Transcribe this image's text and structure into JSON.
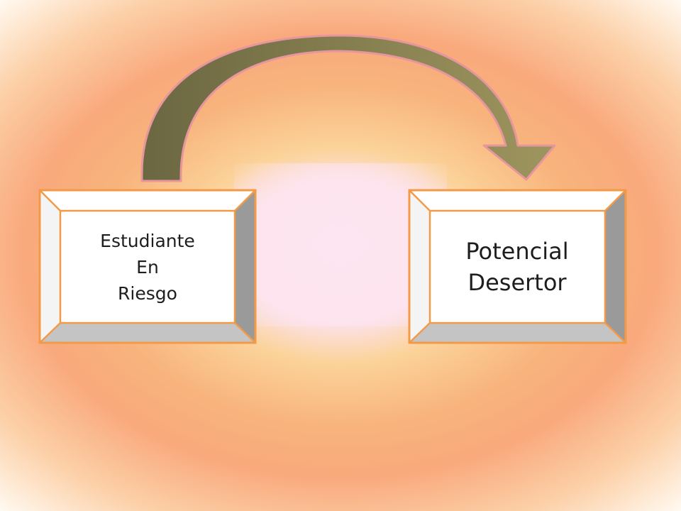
{
  "diagram": {
    "left_box": {
      "lines": [
        "Estudiante",
        "En",
        "Riesgo"
      ]
    },
    "right_box": {
      "lines": [
        "Potencial",
        "Desertor"
      ]
    }
  },
  "colors": {
    "box_border": "#f39a49",
    "box_face": "#ffffff",
    "bevel_light": "#ffffff",
    "bevel_gray": "#c4c4c4",
    "bevel_dark": "#9a9a9a",
    "arrow_dark": "#6b6741",
    "arrow_light": "#9e955e",
    "arrow_outline": "#e6969c"
  }
}
